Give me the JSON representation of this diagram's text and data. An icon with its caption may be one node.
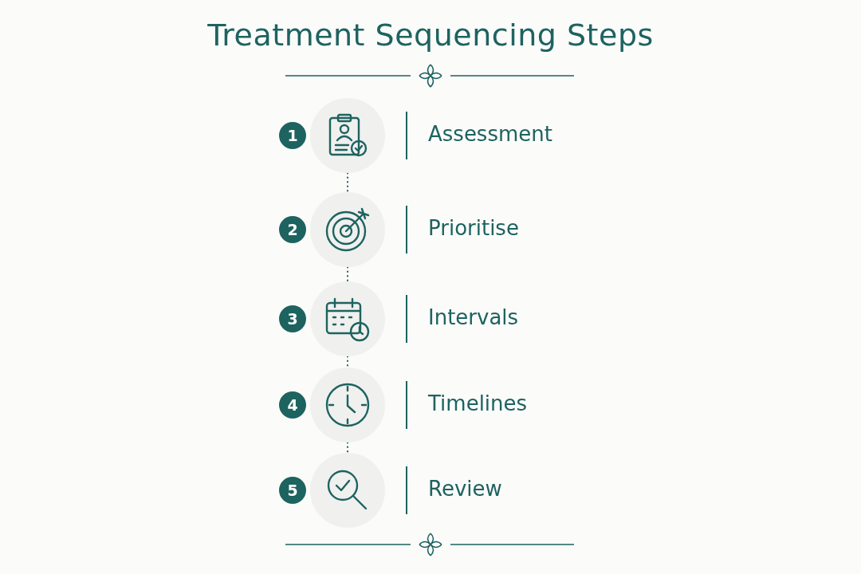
{
  "diagram": {
    "title": "Treatment Sequencing Steps",
    "nodes": [
      {
        "text": [
          "1"
        ]
      },
      {
        "text": [],
        "shape": "circle",
        "beside": [
          "Assessment"
        ]
      },
      {
        "text": [
          "2"
        ]
      },
      {
        "text": [],
        "shape": "circle",
        "beside": [
          "Prioritise"
        ]
      },
      {
        "text": [
          "3"
        ]
      },
      {
        "text": [],
        "shape": "circle",
        "beside": [
          "Intervals"
        ]
      },
      {
        "text": [
          "4"
        ]
      },
      {
        "text": [],
        "shape": "circle",
        "beside": [
          "Timelines"
        ]
      },
      {
        "text": [
          "5"
        ]
      },
      {
        "text": [],
        "shape": "circle",
        "beside": [
          "Review"
        ]
      }
    ],
    "edges": [
      {
        "from": 1,
        "to": 3,
        "arrow": "none",
        "style": "dashed"
      },
      {
        "from": 3,
        "to": 5,
        "arrow": "none",
        "style": "dashed"
      },
      {
        "from": 5,
        "to": 7,
        "arrow": "none",
        "style": "dashed"
      },
      {
        "from": 7,
        "to": 9,
        "arrow": "none",
        "style": "dashed"
      }
    ]
  }
}
